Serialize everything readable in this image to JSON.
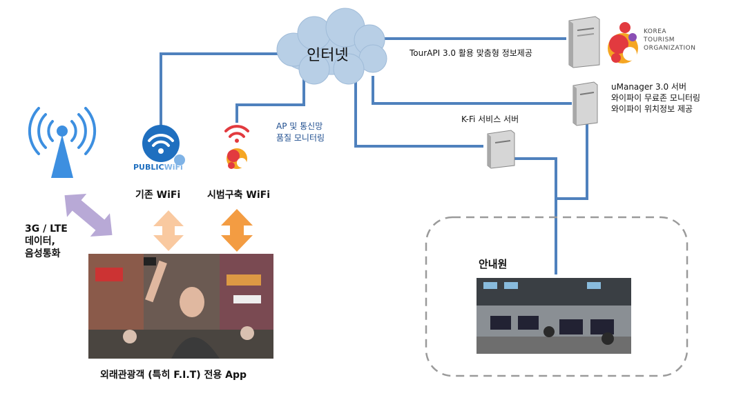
{
  "cloud": {
    "label": "인터넷"
  },
  "tourapi": {
    "label": "TourAPI 3.0 활용 맞춤형 정보제공"
  },
  "kto_logo": {
    "lines": [
      "KOREA",
      "TOURISM",
      "ORGANIZATION"
    ]
  },
  "umanager": {
    "lines": [
      "uManager 3.0 서버",
      "와이파이 무료존 모니터링",
      "와이파이 위치정보 제공"
    ]
  },
  "kfi": {
    "label": "K-Fi 서비스 서버"
  },
  "monitoring": {
    "lines": [
      "AP 및 통신망",
      "품질 모니터링"
    ]
  },
  "public_wifi": {
    "logo_text": "PUBLIC",
    "logo_text2": "WiFi",
    "caption": "기존 WiFi"
  },
  "pilot_wifi": {
    "caption": "시범구축 WiFi"
  },
  "cellular": {
    "lines": [
      "3G / LTE",
      "데이터,",
      "음성통화"
    ]
  },
  "tourist_photo": {
    "caption": "외래관광객 (특히 F.I.T) 전용 App"
  },
  "guide_center": {
    "label": "안내원"
  },
  "colors": {
    "line": "#4f81bd",
    "cloud": "#b8cfe6",
    "arrow_light": "#f9c9a0",
    "arrow_orange": "#f39c42",
    "arrow_purple": "#b8a9d6",
    "wifi_blue": "#1f6fbf",
    "kto_red": "#e23a3f",
    "kto_orange": "#f5a623"
  }
}
